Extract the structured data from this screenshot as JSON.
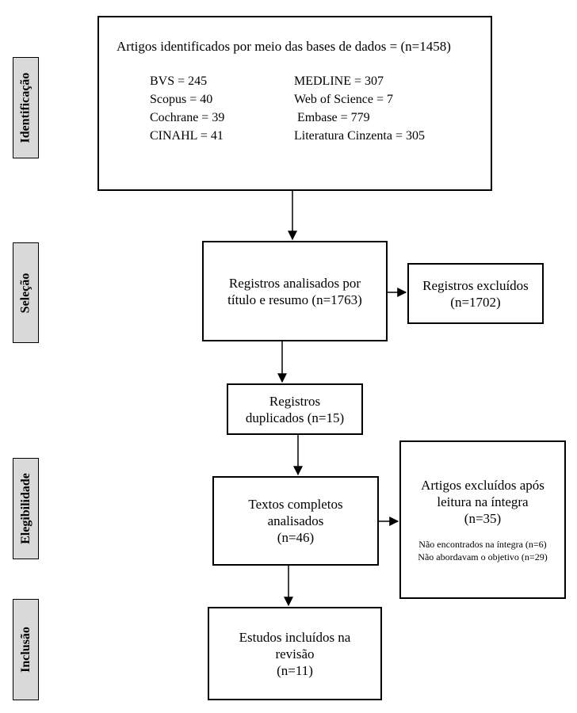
{
  "phases": {
    "identificacao": "Identificação",
    "selecao": "Seleção",
    "elegibilidade": "Elegibilidade",
    "inclusao": "Inclusão"
  },
  "identification": {
    "title": "Artigos identificados por meio das bases de dados = (n=1458)",
    "databases": [
      "BVS = 245",
      "MEDLINE = 307",
      "Scopus = 40",
      "Web of Science = 7",
      "Cochrane  = 39",
      "Embase = 779",
      "CINAHL = 41",
      "Literatura Cinzenta = 305"
    ]
  },
  "screening": {
    "line1": "Registros analisados por",
    "line2": "título e resumo (n=1763)"
  },
  "excluded": {
    "line1": "Registros excluídos",
    "line2": "(n=1702)"
  },
  "duplicates": {
    "line1": "Registros",
    "line2": "duplicados (n=15)"
  },
  "fulltext": {
    "line1": "Textos completos",
    "line2": "analisados",
    "line3": "(n=46)"
  },
  "fulltext_excluded": {
    "line1": "Artigos excluídos após",
    "line2": "leitura na íntegra",
    "line3": "(n=35)",
    "reason1": "Não encontrados na íntegra (n=6)",
    "reason2": "Não abordavam o objetivo (n=29)"
  },
  "included": {
    "line1": "Estudos incluídos na",
    "line2": "revisão",
    "line3": "(n=11)"
  }
}
